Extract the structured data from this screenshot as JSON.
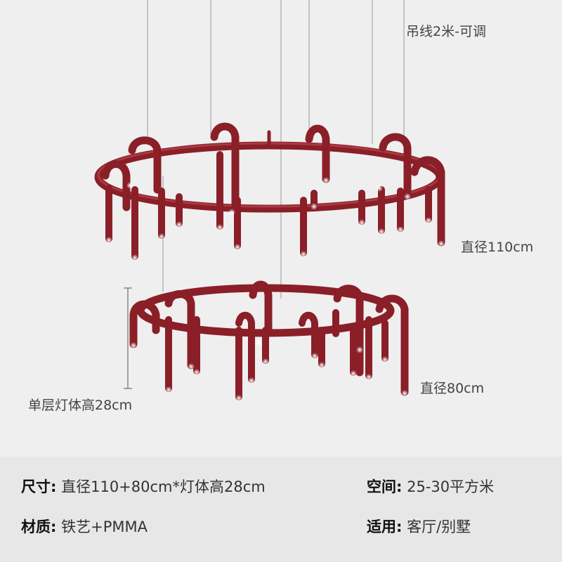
{
  "annotations": {
    "wire": "吊线2米-可调",
    "top_diameter": "直径110cm",
    "bottom_diameter": "直径80cm",
    "layer_height": "单层灯体高28cm"
  },
  "specs": {
    "size_label": "尺寸:",
    "size_value": "直径110+80cm*灯体高28cm",
    "space_label": "空间:",
    "space_value": "25-30平方米",
    "material_label": "材质:",
    "material_value": "铁艺+PMMA",
    "use_label": "适用:",
    "use_value": "客厅/别墅"
  },
  "colors": {
    "lamp_red": "#8a1f28",
    "background": "#efefef",
    "panel": "#e7e7e7"
  }
}
